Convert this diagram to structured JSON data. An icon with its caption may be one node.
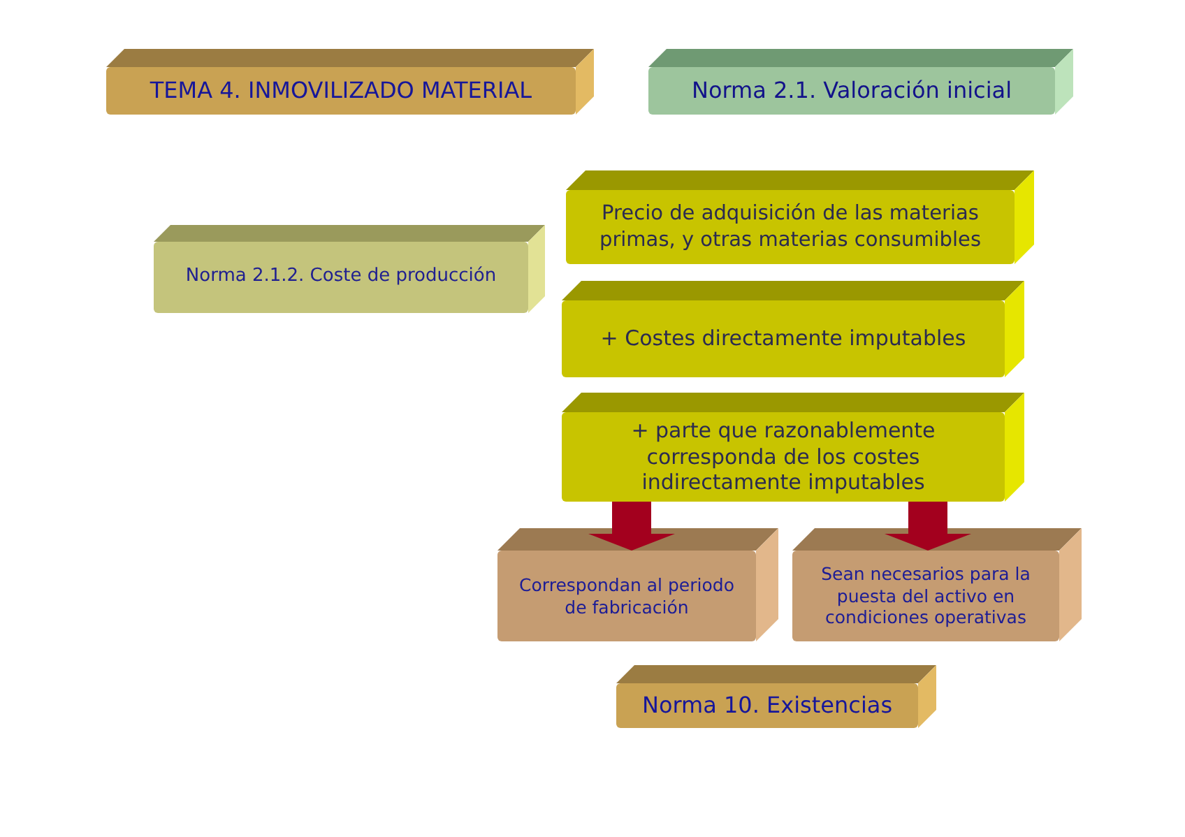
{
  "diagram": {
    "nodes": [
      {
        "text": [
          "TEMA 4. INMOVILIZADO MATERIAL"
        ]
      },
      {
        "text": [
          "Norma 2.1. Valoración inicial"
        ]
      },
      {
        "text": [
          "Norma 2.1.2. Coste de producción"
        ]
      },
      {
        "text": [
          "Precio de adquisición de las materias primas, y otras materias consumibles"
        ]
      },
      {
        "text": [
          "+ Costes directamente imputables"
        ]
      },
      {
        "text": [
          "+ parte que razonablemente corresponda de los costes indirectamente imputables"
        ]
      },
      {
        "text": [
          "Correspondan al periodo de fabricación"
        ]
      },
      {
        "text": [
          "Sean necesarios para la puesta del activo en condiciones operativas"
        ]
      },
      {
        "text": [
          "Norma 10. Existencias"
        ]
      }
    ],
    "edges": [
      {
        "from": 5,
        "to": 6,
        "arrow": "to"
      },
      {
        "from": 5,
        "to": 7,
        "arrow": "to"
      }
    ]
  }
}
